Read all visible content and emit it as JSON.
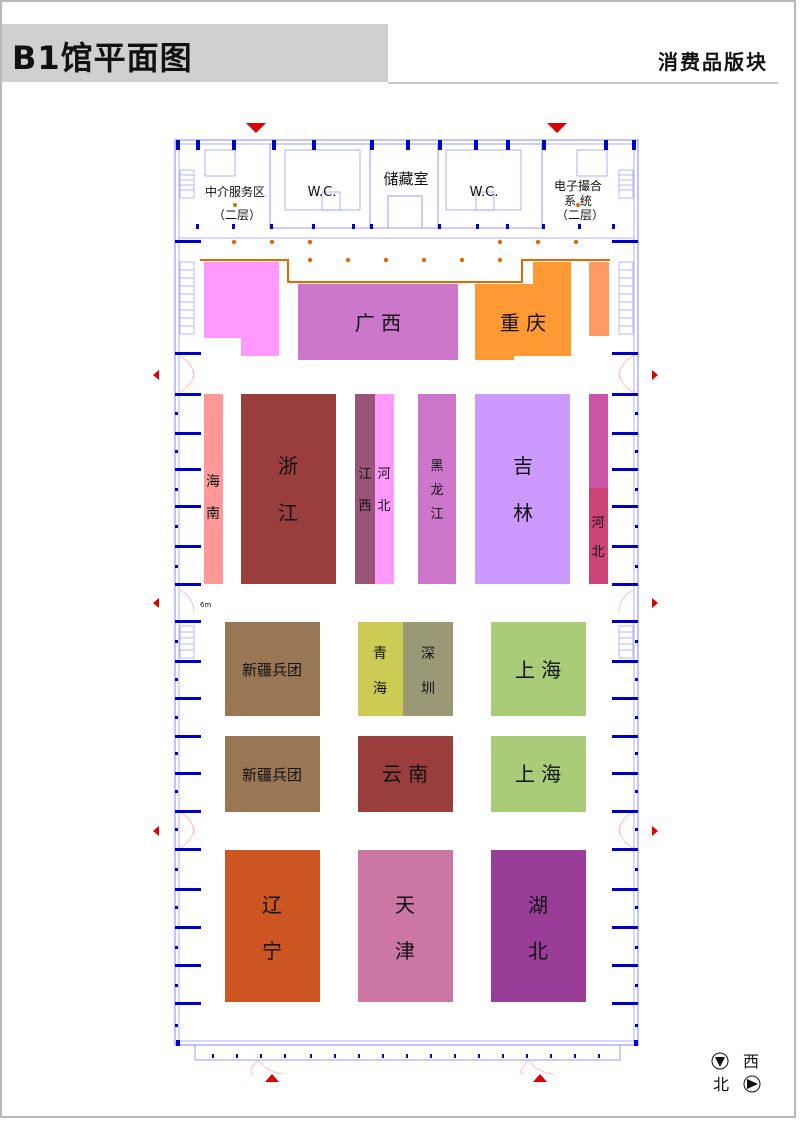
{
  "header": {
    "title": "B1馆平面图",
    "section": "消费品版块"
  },
  "rooms": {
    "agency": "中介服务区",
    "agency_floor": "（二层）",
    "wc_left": "W.C.",
    "storage": "储藏室",
    "wc_right": "W.C.",
    "photo_line1": "电子撮合",
    "photo_line2": "系   统",
    "photo_floor": "（二层）"
  },
  "booths": {
    "guangxi": "广 西",
    "chongqing": "重 庆",
    "hainan_1": "海",
    "hainan_2": "南",
    "zhejiang_1": "浙",
    "zhejiang_2": "江",
    "jiangxi_1": "江",
    "jiangxi_2": "西",
    "hebei_a_1": "河",
    "hebei_a_2": "北",
    "heilongjiang_1": "黑",
    "heilongjiang_2": "龙",
    "heilongjiang_3": "江",
    "jilin_1": "吉",
    "jilin_2": "林",
    "hebei_b_1": "河",
    "hebei_b_2": "北",
    "xinjiang_1": "新疆兵团",
    "qinghai_1": "青",
    "qinghai_2": "海",
    "shenzhen_1": "深",
    "shenzhen_2": "圳",
    "shanghai_1": "上 海",
    "xinjiang_2": "新疆兵团",
    "yunnan": "云 南",
    "shanghai_2": "上 海",
    "liaoning_1": "辽",
    "liaoning_2": "宁",
    "tianjin_1": "天",
    "tianjin_2": "津",
    "hubei_1": "湖",
    "hubei_2": "北"
  },
  "aisle_note": "6m",
  "compass": {
    "west": "西",
    "north": "北"
  },
  "colors": {
    "pink_magenta": "#ff99ff",
    "guangxi": "#cc77cc",
    "chongqing": "#ff9933",
    "salmon": "#ff9966",
    "hainan": "#ff9999",
    "zhejiang": "#993d3d",
    "jiangxi": "#995577",
    "hebei_a": "#ff99ff",
    "heilongjiang": "#cc77cc",
    "jilin": "#cc99ff",
    "hebei_b_top": "#cc55aa",
    "hebei_b_bottom": "#cc4477",
    "xinjiang": "#997755",
    "qinghai": "#cccc55",
    "shenzhen": "#999977",
    "shanghai": "#a8cc77",
    "yunnan": "#993d3d",
    "liaoning": "#cc5522",
    "tianjin": "#cc77a3",
    "hubei": "#993d99",
    "wall_blue": "#0000cc",
    "door_red": "#dd0000",
    "aisle_orange": "#e06a00"
  }
}
